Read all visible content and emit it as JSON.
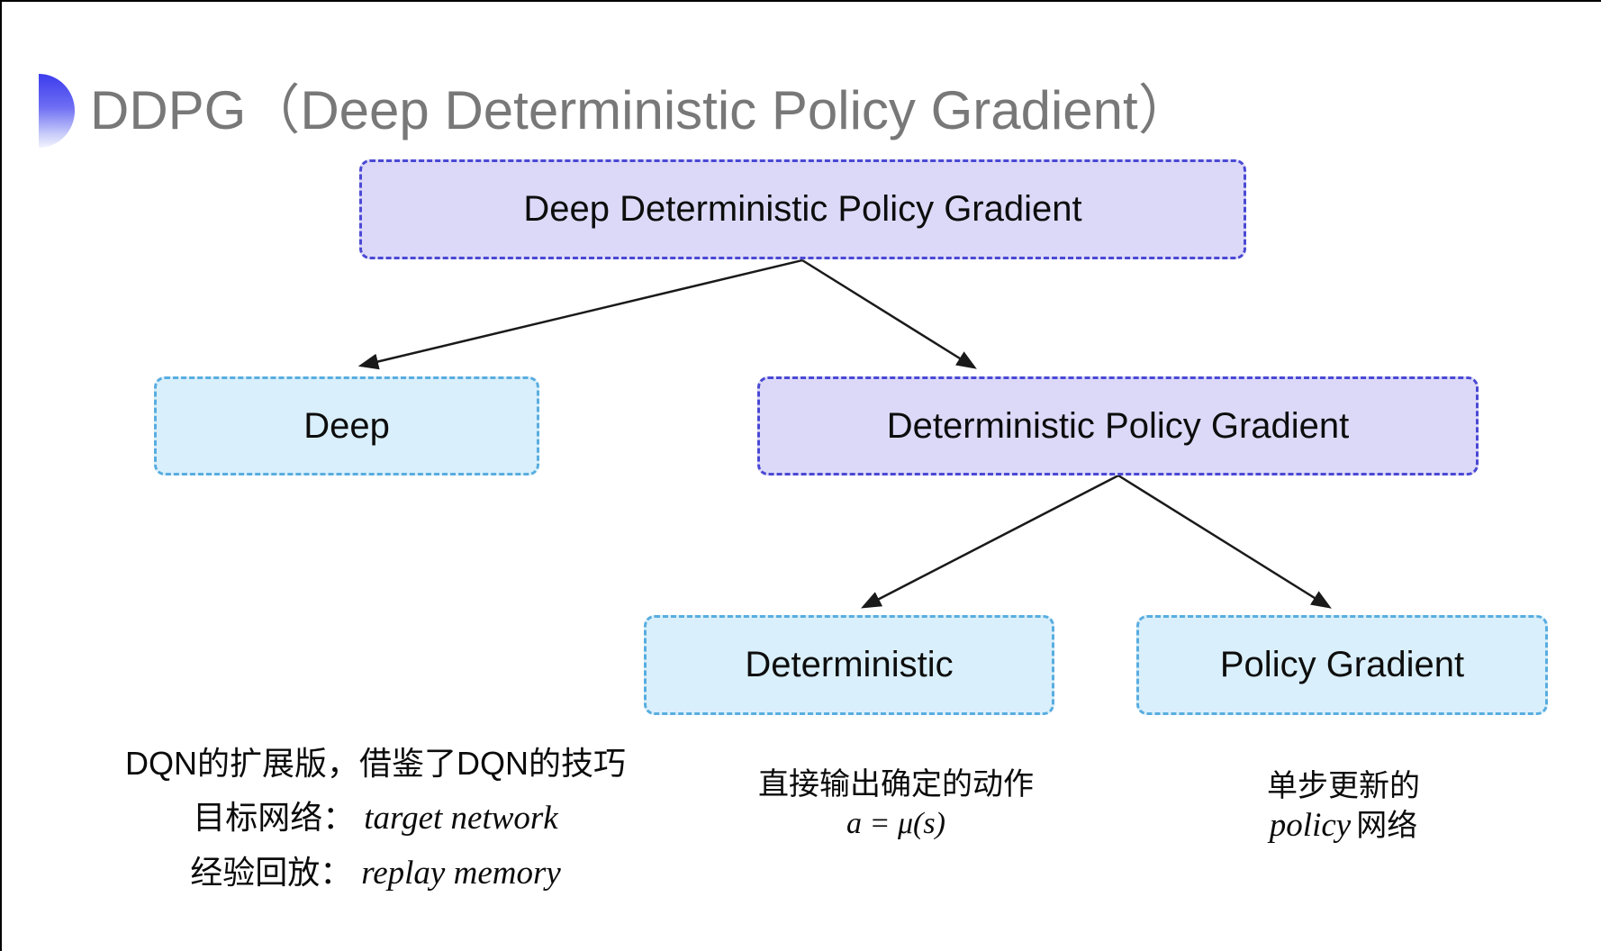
{
  "title": {
    "text": "DDPG（Deep Deterministic Policy Gradient）"
  },
  "icons": {
    "title_bullet": "blue-gradient-semicircle"
  },
  "diagram": {
    "nodes": {
      "root": {
        "label": "Deep Deterministic Policy Gradient"
      },
      "deep": {
        "label": "Deep"
      },
      "dpg": {
        "label": "Deterministic Policy Gradient"
      },
      "deterministic": {
        "label": "Deterministic"
      },
      "policy_gradient": {
        "label": "Policy Gradient"
      }
    },
    "colors": {
      "lavender_fill": "#dcd9f8",
      "lavender_border": "#4a49d4",
      "cyan_fill": "#d9effb",
      "cyan_border": "#58ade0",
      "arrow": "#1a1a1a",
      "title_gray": "#787878"
    }
  },
  "notes": {
    "deep": {
      "line1": "DQN的扩展版，借鉴了DQN的技巧",
      "line2_label": "目标网络：",
      "line2_term": "target network",
      "line3_label": "经验回放：",
      "line3_term": "replay memory"
    },
    "deterministic": {
      "line1": "直接输出确定的动作",
      "formula": "a = μ(s)"
    },
    "policy_gradient": {
      "line1": "单步更新的",
      "term": "policy",
      "suffix": "网络"
    }
  }
}
